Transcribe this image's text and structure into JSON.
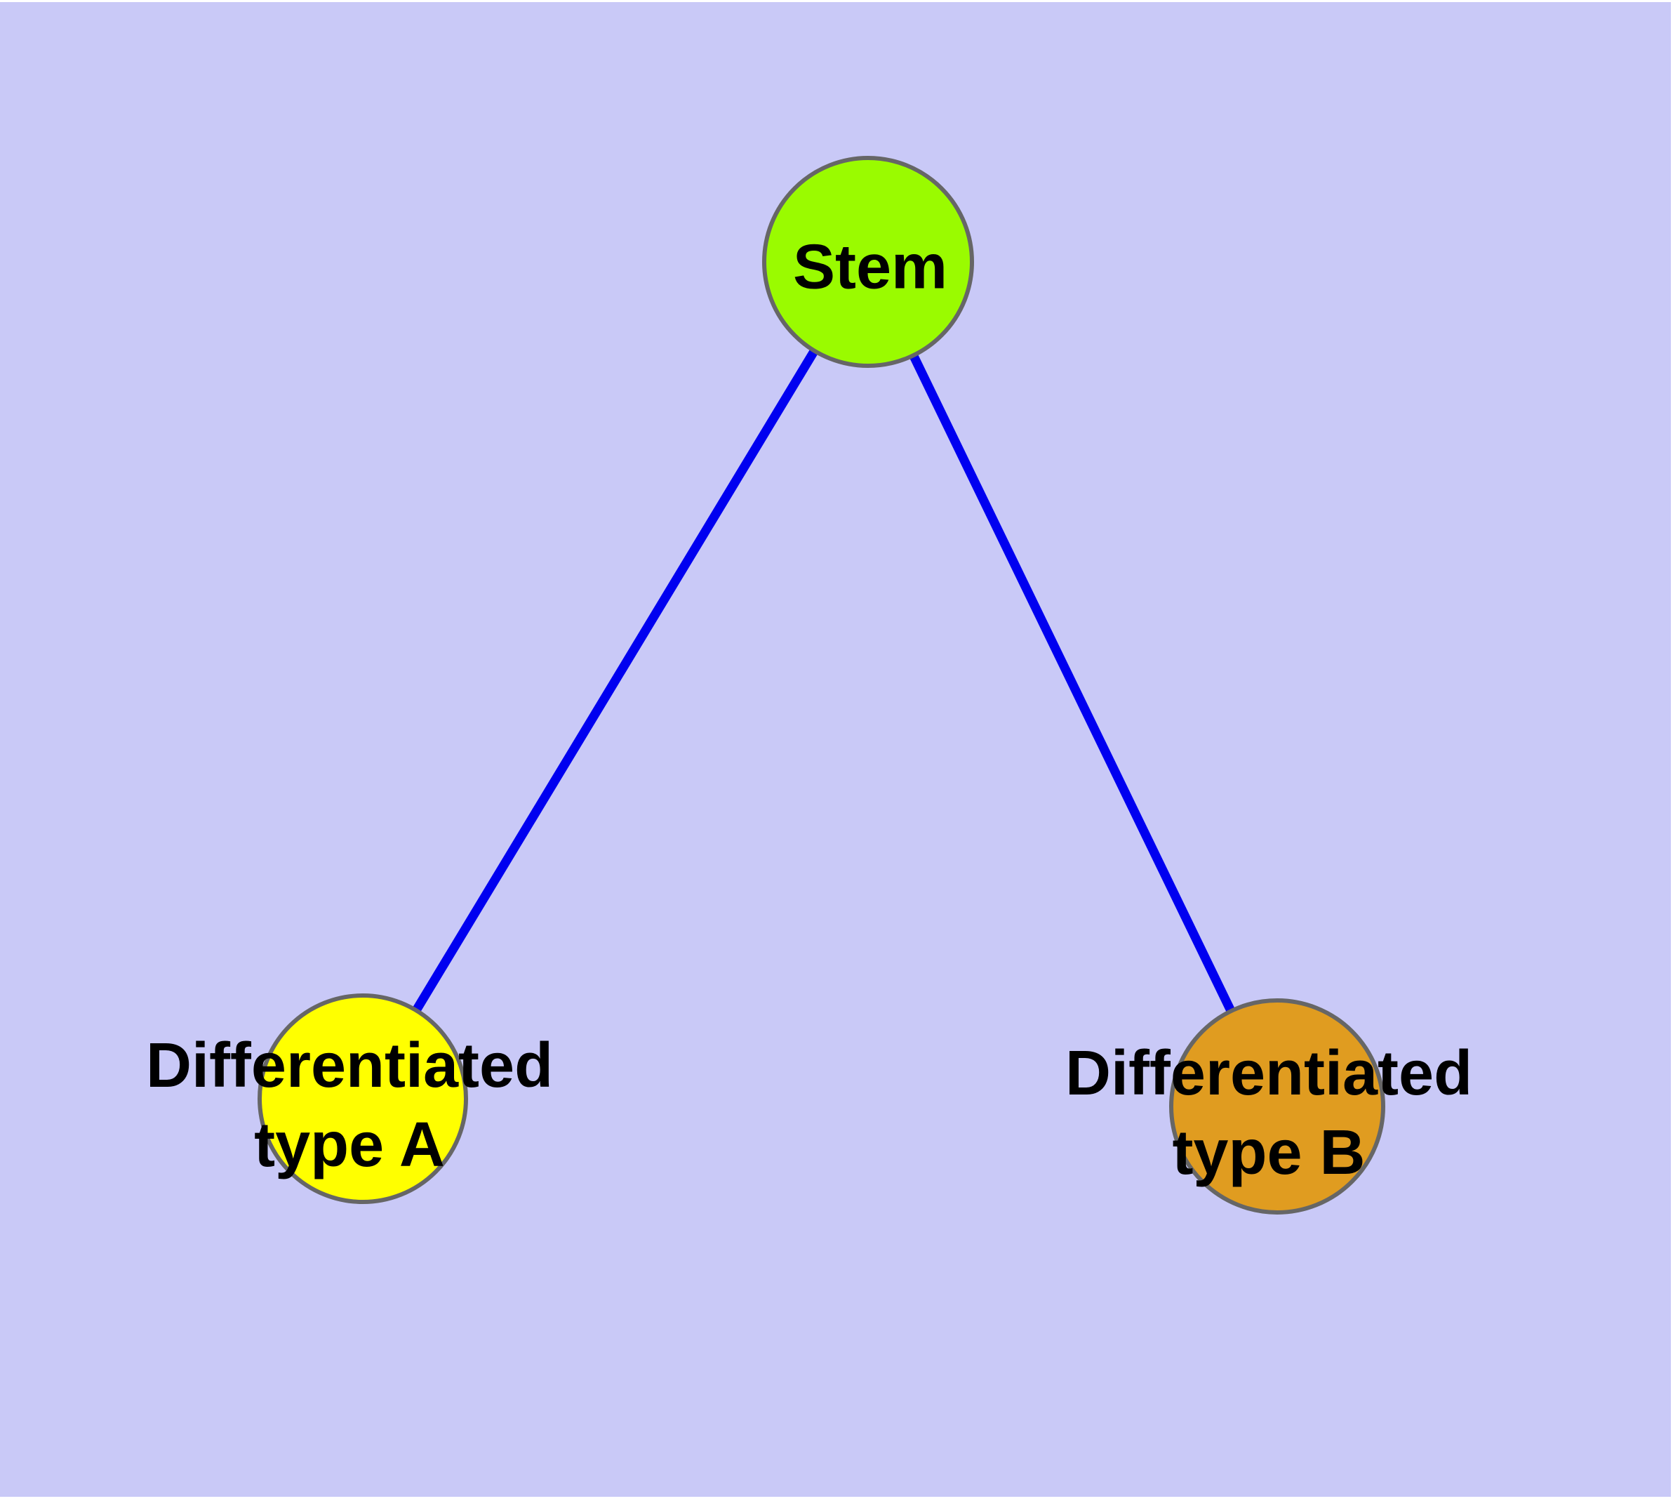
{
  "diagram": {
    "background_color": "#C9C9F7",
    "node_border_color": "#666666",
    "nodes": [
      {
        "id": "stem",
        "label": "Stem",
        "fill": "#9AFB00"
      },
      {
        "id": "differentiated-type-a",
        "label": "Differentiated\ntype A",
        "fill": "#FFFF00"
      },
      {
        "id": "differentiated-type-b",
        "label": "Differentiated\ntype B",
        "fill": "#E09C20"
      }
    ],
    "edges": [
      {
        "from": "stem",
        "to": "differentiated-type-a",
        "color": "#0000F0"
      },
      {
        "from": "stem",
        "to": "differentiated-type-b",
        "color": "#0000F0"
      }
    ]
  }
}
